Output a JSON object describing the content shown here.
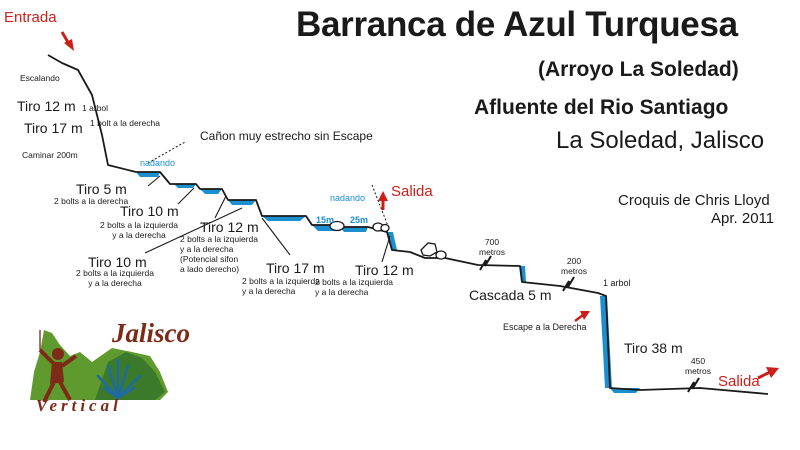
{
  "header": {
    "title": "Barranca de Azul Turquesa",
    "subtitle": "(Arroyo La Soledad)",
    "affluent": "Afluente del Rio Santiago",
    "location": "La Soledad, Jalisco",
    "credit_line1": "Croquis de Chris Lloyd",
    "credit_line2": "Apr. 2011"
  },
  "entrance": "Entrada",
  "exits": {
    "exit_upper": "Salida",
    "exit_lower": "Salida"
  },
  "labels": {
    "escalando": "Escalando",
    "tiro12_top": "Tiro 12 m",
    "arbol_top": "1 arbol",
    "tiro17_top": "Tiro 17 m",
    "bolt_derecha": "1 bolt a la derecha",
    "caminar": "Caminar 200m",
    "narrow_canyon": "Cañon muy estrecho sin Escape",
    "nadando1": "nadando",
    "nadando2": "nadando",
    "tiro5": "Tiro 5 m",
    "tiro5_note": "2 bolts a la derecha",
    "tiro10a": "Tiro 10 m",
    "tiro10a_note1": "2 bolts a la izquierda",
    "tiro10a_note2": "y a la derecha",
    "tiro12a": "Tiro 12 m",
    "tiro12a_note1": "2 bolts a la izquierda",
    "tiro12a_note2": "y a la derecha",
    "tiro12a_note3": "(Potencial sifon",
    "tiro12a_note4": "a lado derecho)",
    "tiro10b": "Tiro 10 m",
    "tiro10b_note1": "2 bolts a la izquierda",
    "tiro10b_note2": "y a la derecha",
    "tiro17b": "Tiro 17 m",
    "tiro17b_note1": "2 bolts a la izquierda",
    "tiro17b_note2": "y a la derecha",
    "tiro12b": "Tiro 12 m",
    "tiro12b_note1": "2 bolts a la izquierda",
    "tiro12b_note2": "y a la derecha",
    "pool15": "15m",
    "pool25": "25m",
    "dist700a": "700",
    "dist700b": "metros",
    "dist200a": "200",
    "dist200b": "metros",
    "cascada": "Cascada 5 m",
    "escape": "Escape a la Derecha",
    "arbol_low": "1 arbol",
    "tiro38": "Tiro 38 m",
    "dist450a": "450",
    "dist450b": "metros"
  },
  "logo": {
    "name": "Jalisco",
    "sub": "Vertical"
  },
  "colors": {
    "water": "#1c8fd0",
    "accent_red": "#cc1f1a",
    "logo_brown": "#7d2a17",
    "logo_green": "#5f9a2e"
  }
}
